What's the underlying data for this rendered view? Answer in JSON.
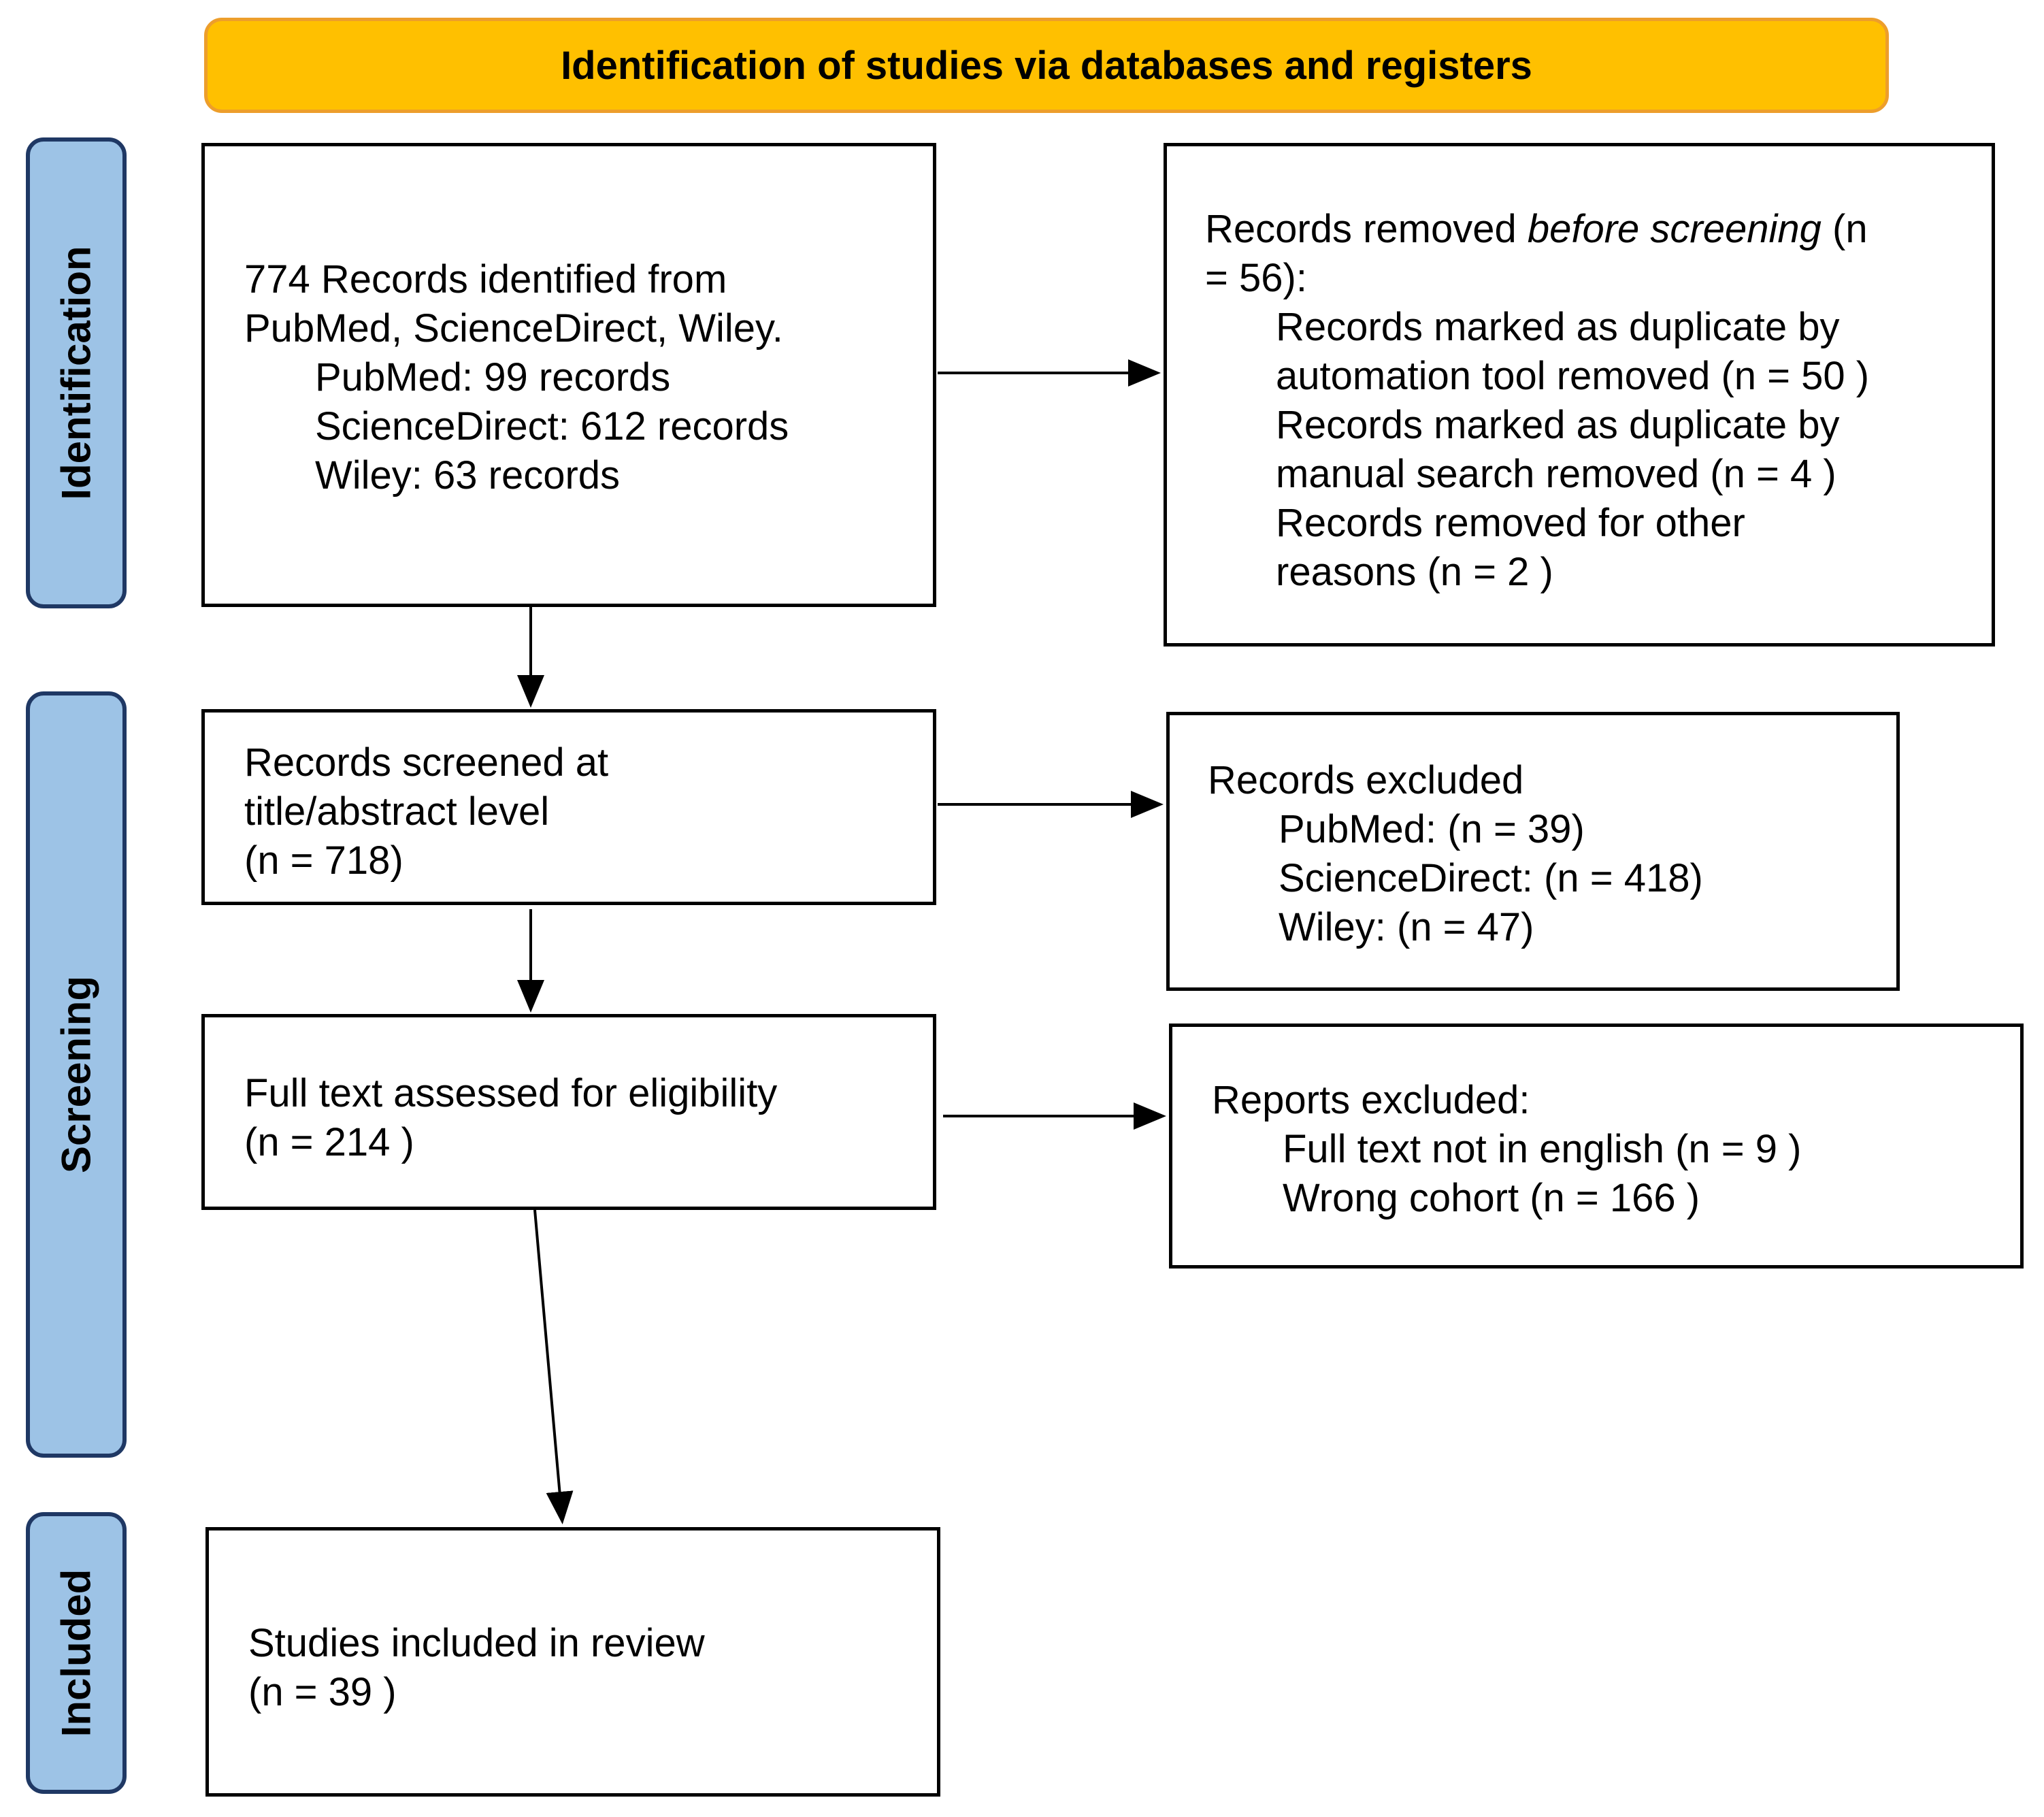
{
  "header": {
    "title": "Identification of studies via databases and registers"
  },
  "phases": {
    "identification": "Identification",
    "screening": "Screening",
    "included": "Included"
  },
  "boxes": {
    "identified": {
      "line1": "774 Records identified from",
      "line2": "PubMed, ScienceDirect, Wiley.",
      "pubmed": "PubMed: 99 records",
      "sciencedirect": "ScienceDirect: 612 records",
      "wiley": "Wiley: 63 records"
    },
    "removed": {
      "prefix": "Records removed ",
      "emph": "before screening",
      "suffix": " (n",
      "line2": "= 56):",
      "item1_a": "Records marked as duplicate by",
      "item1_b": "automation tool removed (n = 50 )",
      "item2_a": "Records marked as duplicate by",
      "item2_b": "manual search removed  (n = 4 )",
      "item3_a": "Records removed for other",
      "item3_b": "reasons (n = 2 )"
    },
    "screened": {
      "line1": "Records screened at",
      "line2": "title/abstract level",
      "line3": "(n = 718)"
    },
    "excluded": {
      "title": "Records excluded",
      "pubmed": "PubMed: (n = 39)",
      "sciencedirect": "ScienceDirect: (n = 418)",
      "wiley": "Wiley: (n = 47)"
    },
    "fulltext": {
      "line1": "Full text assessed for eligibility",
      "line2": "(n = 214 )"
    },
    "reports_excluded": {
      "title": "Reports excluded:",
      "item1": "Full text not in english (n = 9 )",
      "item2": "Wrong cohort (n = 166 )"
    },
    "included": {
      "line1": "Studies included in review",
      "line2": "(n = 39 )"
    }
  },
  "colors": {
    "header_fill": "#FFC000",
    "header_border": "#ED9E2B",
    "phase_fill": "#9DC3E6",
    "phase_border": "#1F3864"
  }
}
